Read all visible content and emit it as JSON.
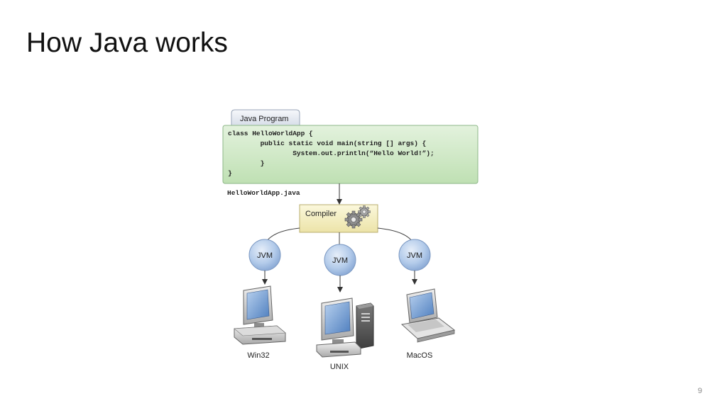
{
  "slide": {
    "title": "How Java works",
    "page_number": "9"
  },
  "diagram": {
    "program_tab": "Java Program",
    "code_lines": [
      "class HelloWorldApp {",
      "        public static void main(string [] args) {",
      "                System.out.println(“Hello World!”);",
      "        }",
      "}"
    ],
    "filename": "HelloWorldApp.java",
    "compiler_label": "Compiler",
    "jvm_label": "JVM",
    "platforms": [
      "Win32",
      "UNIX",
      "MacOS"
    ]
  },
  "colors": {
    "code_box": "#cfe8c6",
    "compiler_box": "#f4efc2",
    "jvm_circle": "#a9c4e6",
    "screen": "#7fa8d8"
  }
}
